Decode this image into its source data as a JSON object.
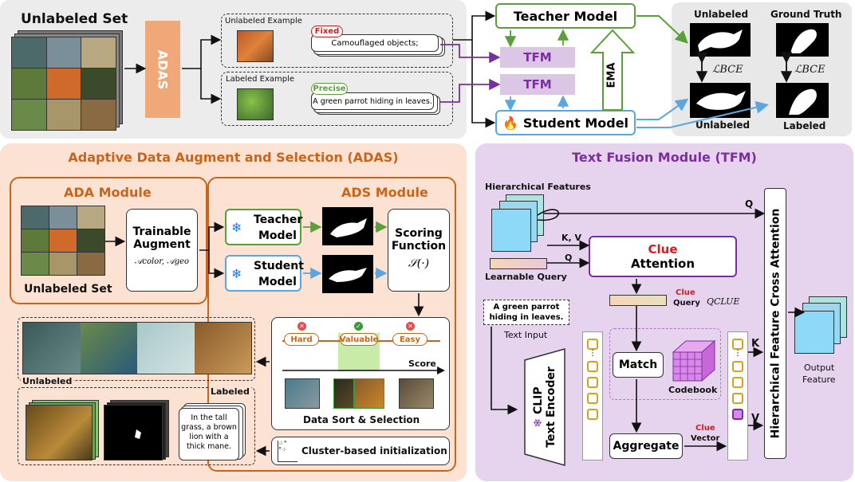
{
  "top": {
    "unlabeled_set": "Unlabeled Set",
    "adas": "ADAS",
    "unlabeled_example": "Unlabeled Example",
    "labeled_example": "Labeled Example",
    "fixed_tag": "Fixed",
    "fixed_text": "Camouflaged objects;",
    "precise_tag": "Precise",
    "precise_text": "A green parrot hiding in leaves.",
    "teacher_model": "Teacher Model",
    "student_model": "Student Model",
    "tfm_1": "TFM",
    "tfm_2": "TFM",
    "ema": "EMA",
    "unlabeled_top": "Unlabeled",
    "ground_truth": "Ground Truth",
    "unlabeled_bottom": "Unlabeled",
    "labeled": "Labeled",
    "loss_1": "ℒBCE",
    "loss_2": "ℒBCE"
  },
  "adas_panel": {
    "title": "Adaptive Data Augment and Selection (ADAS)",
    "ada_title": "ADA Module",
    "ads_title": "ADS Module",
    "unlabeled_set": "Unlabeled Set",
    "trainable_augment_1": "Trainable",
    "trainable_augment_2": "Augment",
    "aug_formula": "𝒜color, 𝒜geo",
    "teacher_1": "Teacher",
    "teacher_2": "Model",
    "student_1": "Student",
    "student_2": "Model",
    "scoring_1": "Scoring",
    "scoring_2": "Function",
    "scoring_formula": "𝒮(·)",
    "hard": "Hard",
    "valuable": "Valuable",
    "easy": "Easy",
    "score": "Score",
    "data_sort": "Data Sort & Selection",
    "unlabeled": "Unlabeled",
    "labeled": "Labeled",
    "lion_text": [
      "In the tall",
      "grass, a brown",
      "lion with a",
      "thick mane."
    ],
    "cluster_init": "Cluster-based initialization"
  },
  "tfm_panel": {
    "title": "Text Fusion Module (TFM)",
    "hier_features": "Hierarchical Features",
    "q_top": "Q",
    "kv": "K, V",
    "q_small": "Q",
    "learnable_query": "Learnable Query",
    "clue_attention_1": "Clue",
    "clue_attention_2": "Attention",
    "clue_query_1": "Clue",
    "clue_query_2": "Query",
    "q_clue": "QCLUE",
    "text_input_1": "A green parrot",
    "text_input_2": "hiding in leaves.",
    "text_input_label": "Text Input",
    "clip": "CLIP",
    "text_encoder": "Text Encoder",
    "match": "Match",
    "codebook": "Codebook",
    "aggregate": "Aggregate",
    "clue_vector_1": "Clue",
    "clue_vector_2": "Vector",
    "k": "K",
    "v": "V",
    "hfca": "Hierarchical Feature Cross Attention",
    "output_1": "Output",
    "output_2": "Feature"
  },
  "colors": {
    "orange": "#c8651b",
    "purple": "#7b2f9e",
    "green": "#5aa03a",
    "blue": "#5aa6e0",
    "red": "#d01c1c",
    "tfm_fill": "#dcc6e6",
    "adas_fill": "#f0a878"
  }
}
